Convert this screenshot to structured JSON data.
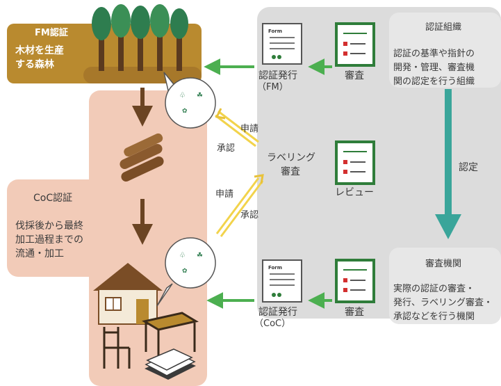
{
  "fm": {
    "title": "FM認証",
    "desc_line1": "木材を生産",
    "desc_line2": "する森林"
  },
  "coc": {
    "title": "CoC認証",
    "desc_line1": "伐採後から最終",
    "desc_line2": "加工過程までの",
    "desc_line3": "流通・加工"
  },
  "cert_org": {
    "title": "認証組織",
    "desc_line1": "認証の基準や指針の",
    "desc_line2": "開発・管理、審査機",
    "desc_line3": "関の認定を行う組織"
  },
  "audit_org": {
    "title": "審査機関",
    "desc_line1": "実際の認証の審査・",
    "desc_line2": "発行、ラベリング審査・",
    "desc_line3": "承認などを行う機関"
  },
  "flow": {
    "issue_fm_line1": "認証発行",
    "issue_fm_line2": "（FM）",
    "audit_top": "審査",
    "labeling_line1": "ラベリング",
    "labeling_line2": "審査",
    "review": "レビュー",
    "issue_coc_line1": "認証発行",
    "issue_coc_line2": "（CoC）",
    "audit_bottom": "審査",
    "accreditation": "認定",
    "apply_1": "申請",
    "approve_1": "承認",
    "apply_2": "申請",
    "approve_2": "承認"
  },
  "doc_icons": {
    "form_title": "Form"
  },
  "colors": {
    "fm_band": "#b98a2f",
    "coc_area": "#f2cbb8",
    "gray_panel": "#dcdcdc",
    "arrow_green": "#4caf50",
    "arrow_yellow": "#f2d34b",
    "teal_arrow": "#3aa59a",
    "tree_green": "#2e7d4f",
    "brown": "#6b4423",
    "card_green": "#2f7d3a"
  }
}
